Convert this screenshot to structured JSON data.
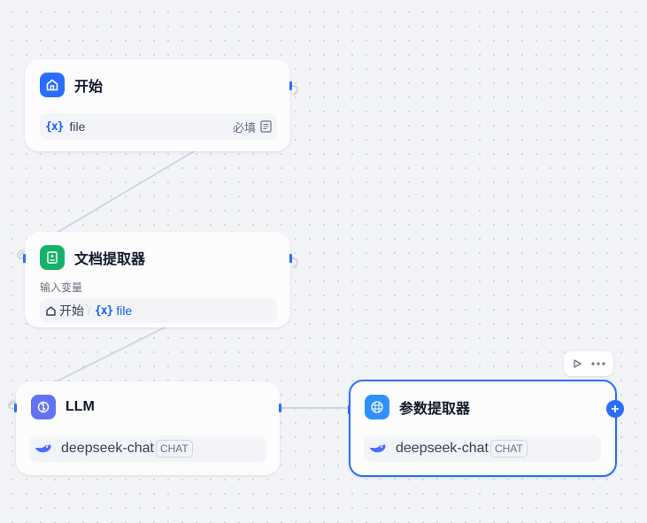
{
  "nodes": {
    "start": {
      "title": "开始",
      "variable_symbol": "{x}",
      "variable_name": "file",
      "required_label": "必填"
    },
    "doc_extractor": {
      "title": "文档提取器",
      "input_label": "输入变量",
      "source_node": "开始",
      "separator": "/",
      "variable_symbol": "{x}",
      "variable_name": "file"
    },
    "llm": {
      "title": "LLM",
      "model_name": "deepseek-chat",
      "model_badge": "CHAT"
    },
    "param_extractor": {
      "title": "参数提取器",
      "model_name": "deepseek-chat",
      "model_badge": "CHAT"
    }
  },
  "colors": {
    "start_icon": "#296dff",
    "doc_extractor_icon": "#17b26a",
    "llm_icon": "#6172f3",
    "param_extractor_icon": "#2e90fa",
    "accent": "#296dff"
  },
  "icons": {
    "start": "home-icon",
    "doc_extractor": "document-icon",
    "llm": "brain-icon",
    "param_extractor": "grid-icon",
    "model": "deepseek-whale-icon",
    "toolbar_run": "play-icon",
    "toolbar_more": "more-icon"
  }
}
